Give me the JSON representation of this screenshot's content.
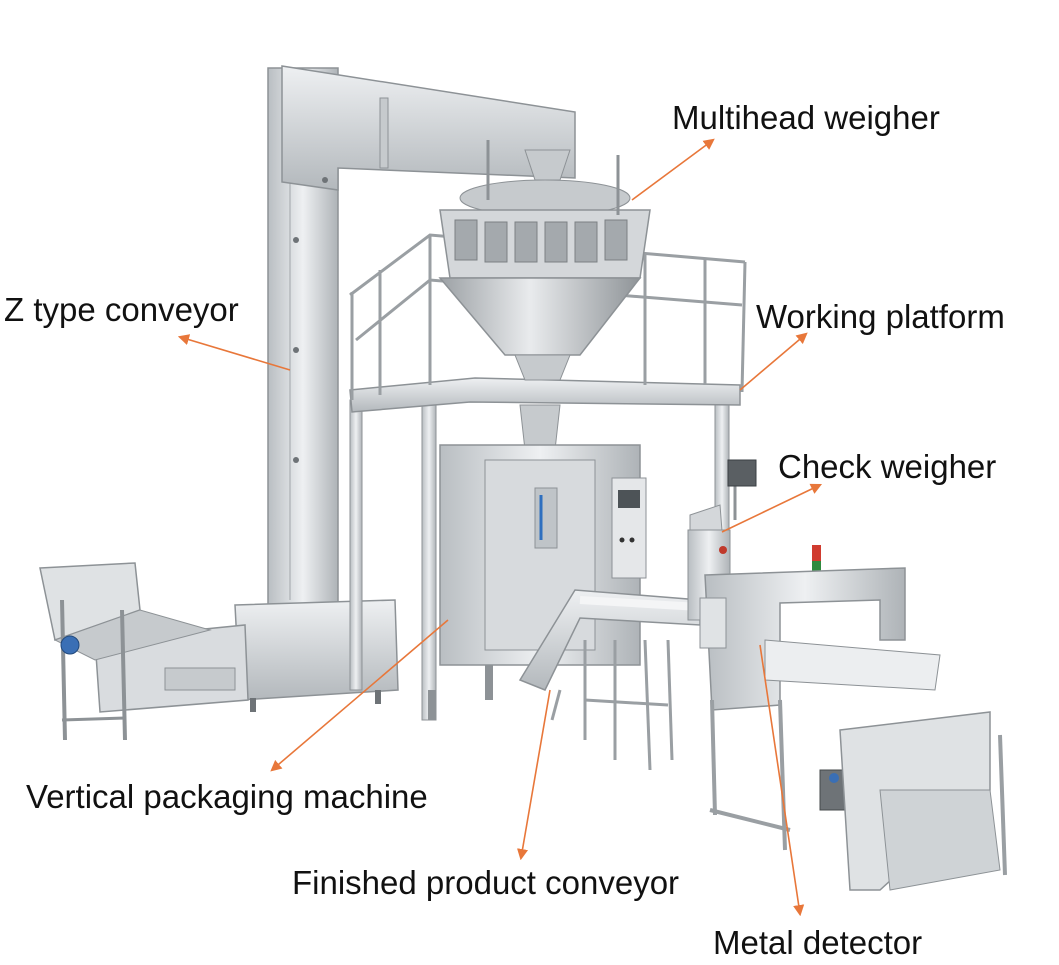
{
  "labels": {
    "z_type_conveyor": "Z type conveyor",
    "multihead_weigher": "Multihead weigher",
    "working_platform": "Working platform",
    "check_weigher": "Check weigher",
    "vertical_packaging_machine": "Vertical packaging machine",
    "finished_product_conveyor": "Finished product conveyor",
    "metal_detector": "Metal detector"
  },
  "colors": {
    "arrow": "#e8773a",
    "steel_light": "#e4e6e8",
    "steel_mid": "#c6cacd",
    "steel_dark": "#8d9296",
    "text": "#111111"
  },
  "icons": [
    "arrow-icon",
    "alarm-light-icon",
    "screen-icon"
  ]
}
